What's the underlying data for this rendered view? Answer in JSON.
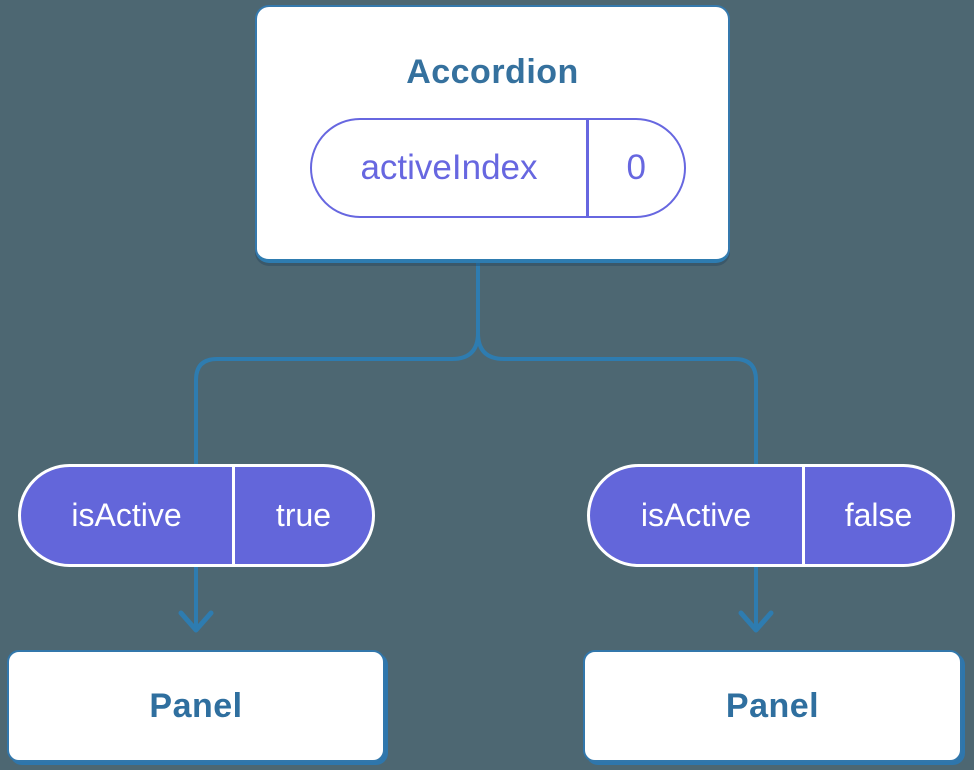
{
  "diagram": {
    "root_card": {
      "title": "Accordion",
      "state": {
        "name": "activeIndex",
        "value": "0"
      }
    },
    "props": [
      {
        "name": "isActive",
        "value": "true"
      },
      {
        "name": "isActive",
        "value": "false"
      }
    ],
    "panels": [
      {
        "label": "Panel"
      },
      {
        "label": "Panel"
      }
    ],
    "colors": {
      "background": "#4D6772",
      "connector_blue": "#2E7CB0",
      "card_border_blue": "#3579AD",
      "heading_blue": "#35719E",
      "panel_text_blue": "#2F6F9F",
      "pill_outline_purple": "#6767E0",
      "pill_fill_purple": "#6366DA",
      "card_background": "#FFFFFF"
    }
  }
}
